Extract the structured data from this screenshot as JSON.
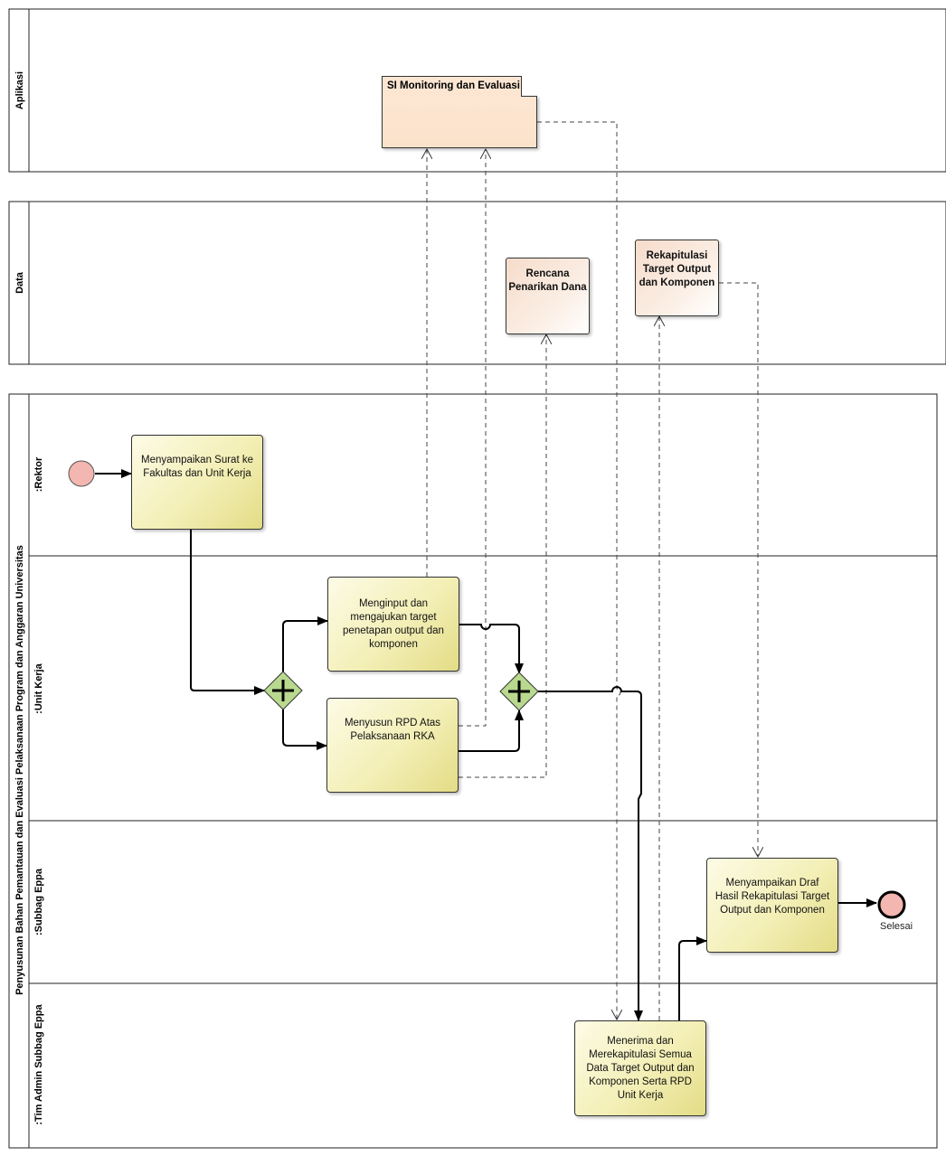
{
  "lanes": {
    "aplikasi": "Aplikasi",
    "data": "Data",
    "pool_title": "Penyusunan Bahan Pemantauan dan Evaluasi Pelaksanaan Program dan Anggaran Universitas",
    "rektor": ":Rektor",
    "unit_kerja": ":Unit Kerja",
    "subbag_eppa": ":Subbag Eppa",
    "tim_admin": ":Tim Admin Subbag Eppa"
  },
  "application": {
    "name": "SI Monitoring dan Evaluasi"
  },
  "data_objects": {
    "rencana": "Rencana Penarikan Dana",
    "rekapitulasi": "Rekapitulasi Target Output dan Komponen"
  },
  "tasks": {
    "menyampaikan_surat": "Menyampaikan Surat ke Fakultas dan Unit Kerja",
    "menginput": "Menginput dan mengajukan target penetapan output dan komponen",
    "menyusun_rpd": "Menyusun RPD Atas Pelaksanaan RKA",
    "menerima": "Menerima dan Merekapitulasi Semua Data Target Output dan Komponen Serta RPD Unit Kerja",
    "menyampaikan_draf": "Menyampaikan Draf Hasil Rekapitulasi Target Output dan Komponen"
  },
  "end_event": {
    "label": "Selesai"
  },
  "colors": {
    "task_fill": "#f3efb6",
    "gateway_fill": "#b9d98f",
    "event_fill": "#f4b6b0",
    "data_fill": "#f6dccb",
    "app_fill": "#fce6d2"
  }
}
